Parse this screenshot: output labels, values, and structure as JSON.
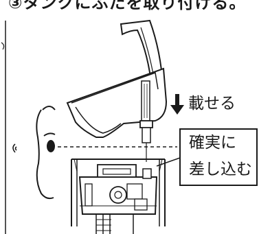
{
  "header_text": "③タンクにふたを取り付ける。",
  "labels": {
    "place": "載せる",
    "insert_line1": "確実に",
    "insert_line2": "差し込む"
  }
}
